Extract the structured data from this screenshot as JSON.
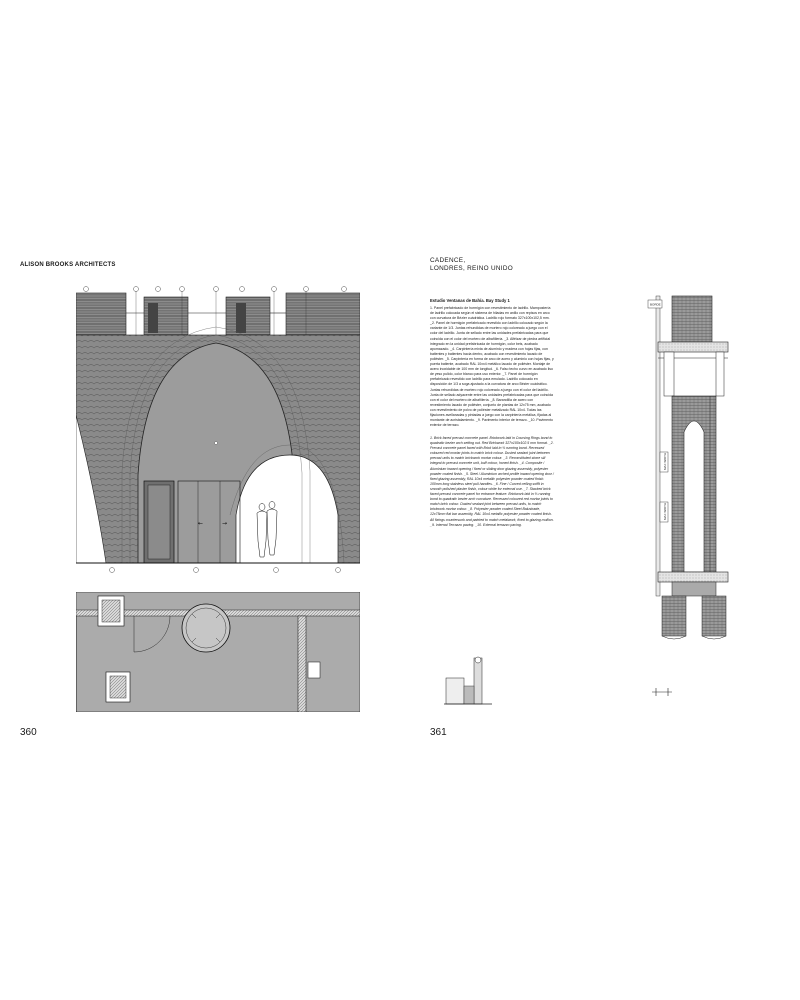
{
  "left_page": {
    "running_head": "ALISON BROOKS ARCHITECTS",
    "page_number": "360",
    "drawings": [
      {
        "name": "elevation",
        "description_icon": "elevation-drawing-icon"
      },
      {
        "name": "plan",
        "description_icon": "plan-drawing-icon"
      }
    ]
  },
  "right_page": {
    "project_title_line1": "CADENCE,",
    "project_title_line2": "LONDRES, REINO UNIDO",
    "study_title": "Estudio Ventanas de Bahía. Bay Study 1",
    "body_spanish": "1. Panel prefabricado de hormigón con revestimiento de ladrillo. Mampostería de ladrillo colocada según el sistema de hiladas en anillo con repisos en arco con curvatura de Bézier cuádrática. Ladrillo rojo formato 327x100x102,5 mm. _2. Panel de hormigón prefabricado revestido con ladrillo colocado según la variante de 1/3. Juntas rehundidas de mortero rojo coloreado a juego con el color del ladrillo. Junta de sellado entre las unidades prefabricadas para que coincida con el color del mortero de albañilería. _3. Alféizar de piedra artificial integrado en la unidad prefabricada de hormigón, color beis, acabado apomazado. _4. Carpintería mixta de aluminio y madera con hojas fijas, con batientes y batientes hacia dentro, acabado con revestimiento lacado de poliéster. _5. Carpintería en forma de arco de acero y aluminio con hojas fijas, y puerta batiente, acabado RAL 10xx4 metálico lacado de poliéster. Montaje de acero inoxidable de 100 mm de longitud. _6. Falso techo curvo en acabado liso de yeso pulido, color blanco para uso exterior. _7. Panel de hormigón prefabricado revestido con ladrillo para emulado. Ladrillo colocado en disposición de 1/3 a soga ajustado a la curvatura de arco Bézier cuádrático. Juntas rehundidas de mortero rojo coloreado a juego con el color del ladrillo. Junta de sellado adyacente entre las unidades prefabricadas para que coincida con el color del mortero de albañilería. _8. Barandilla de acero con revestimiento lacado de poliéster, conjunto de plantas de 12x75 mm, acabado con revestimiento de polvo de poliéster metalizado RAL 10x4. Todas las fijaciones avellanadas y pintadas a juego con la carpintería metálica, fijadas al montante de acristalamiento. _9. Pavimento interior de terrazo. _10. Pavimento exterior de terrazo.",
    "body_english": "1. Brick faced precast concrete panel. Brickwork laid in Coursing Rings bond to quadratic bezier arch setting out. Red Brickwork 327x100x102.5 mm format. _2. Precast concrete panel faced with Brick laid in ⅓ running bond. Recessed coloured red mortar joints to match brick colour. Dusted sealant joint between precast units to match brickwork mortar colour. _3. Reconstituted stone sill integral to precast concrete unit, buff colour, honed finish. _4. Composite / Aluminium inward opening / fixed or sliding door glazing assembly, polyester powder coated finish. _5. Steel / Aluminium arched profile inward opening door / fixed glazing assembly, RAL 10x4 metallic polyester powder coated finish. 100mm long stainless steel pull handles. _6. Fine / Curved ceiling soffit in smooth polished plaster finish, colour white for external use. _7. Stacked brick faced precast concrete panel for entrance feature. Brickwork laid in ⅓ running bond to quadratic bezier arch curvature. Recessed coloured red mortar joints to match brick colour. Dusted sealant joint between precast units, to match brickwork mortar colour. _8. Polyester powder coated Steel Balustrade, 12x75mm flat bar assembly, RAL 10x4 metallic polyester powder coated finish. All fixings countersunk and painted to match metalwork, fixed to glazing mullion. _9. Internal Terrazzo paving. _10. External terrazzo paving.",
    "page_number": "361",
    "drawing_labels": {
      "balustrade_tag": "BORDE",
      "window_tag": "MAX WIDTH",
      "sill_tag": "MAX WIDTH"
    }
  }
}
